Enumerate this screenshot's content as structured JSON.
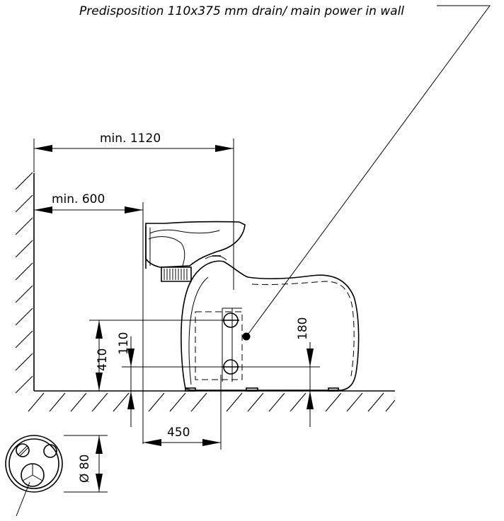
{
  "note": "Predisposition 110x375 mm drain/ main power in wall",
  "dimensions": {
    "total_length": "min. 1120",
    "wall_clearance": "min. 600",
    "drain_height": "410",
    "connection_gap": "110",
    "connection_spacing": "180",
    "pipe_offset": "450",
    "hose_diameter": "Ø 80"
  }
}
